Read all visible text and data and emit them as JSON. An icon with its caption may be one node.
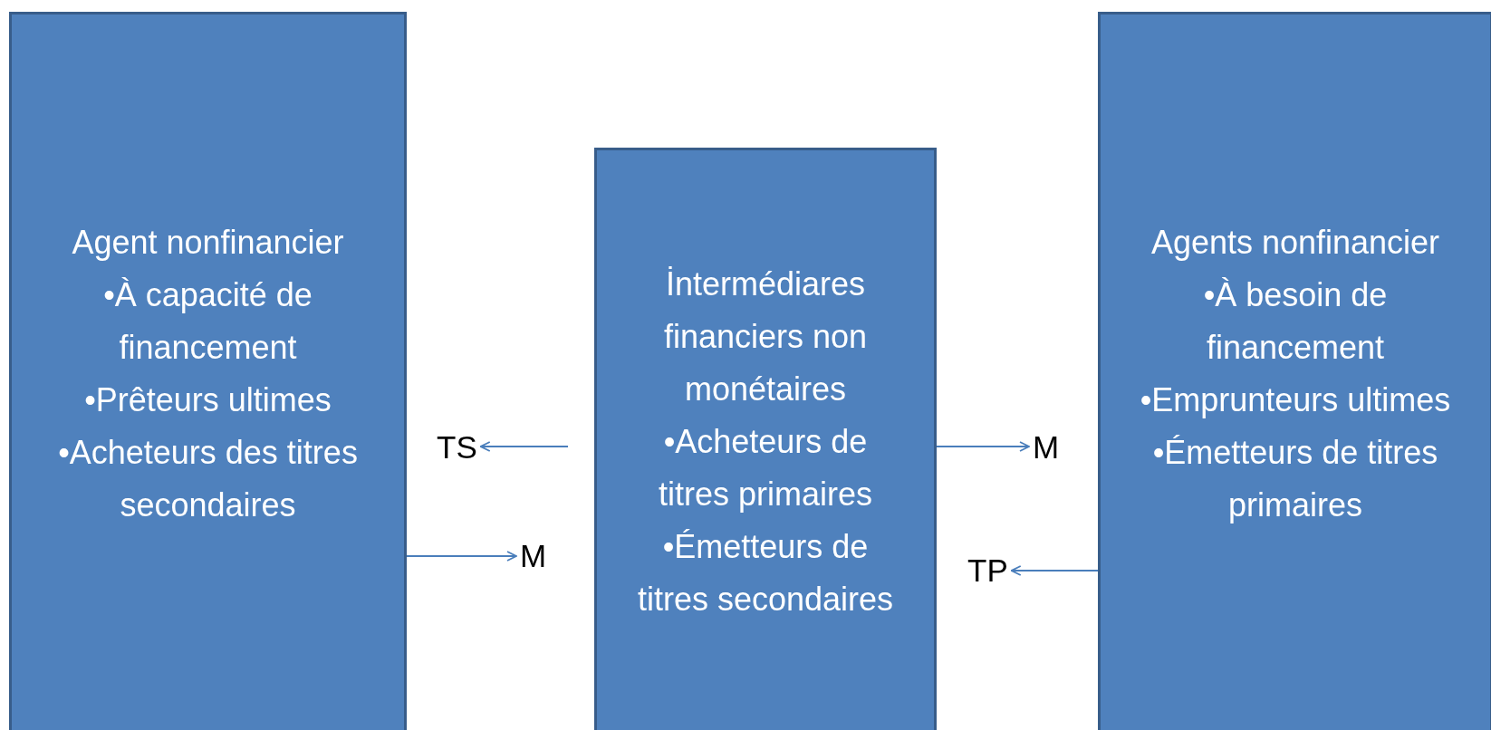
{
  "diagram": {
    "nodes": [
      {
        "text": [
          "Agent nonfinancier",
          "•À capacité de financement",
          "•Prêteurs ultimes",
          "•Acheteurs des titres secondaires"
        ]
      },
      {
        "text": [
          "İntermédiares financiers non monétaires",
          "•Acheteurs de titres primaires",
          "•Émetteurs de titres secondaires"
        ]
      },
      {
        "text": [
          "Agents nonfinancier",
          "•À besoin de financement",
          "•Emprunteurs ultimes",
          "•Émetteurs de titres primaires"
        ]
      },
      {
        "text": [
          "TS"
        ]
      },
      {
        "text": [
          "M"
        ]
      },
      {
        "text": [
          "M"
        ]
      },
      {
        "text": [
          "TP"
        ]
      }
    ],
    "edges": [
      {
        "from": null,
        "to": 3,
        "arrow": "to"
      },
      {
        "from": 0,
        "to": 4,
        "arrow": "to"
      },
      {
        "from": 1,
        "to": 5,
        "arrow": "to"
      },
      {
        "from": 2,
        "to": 6,
        "arrow": "to"
      }
    ]
  }
}
